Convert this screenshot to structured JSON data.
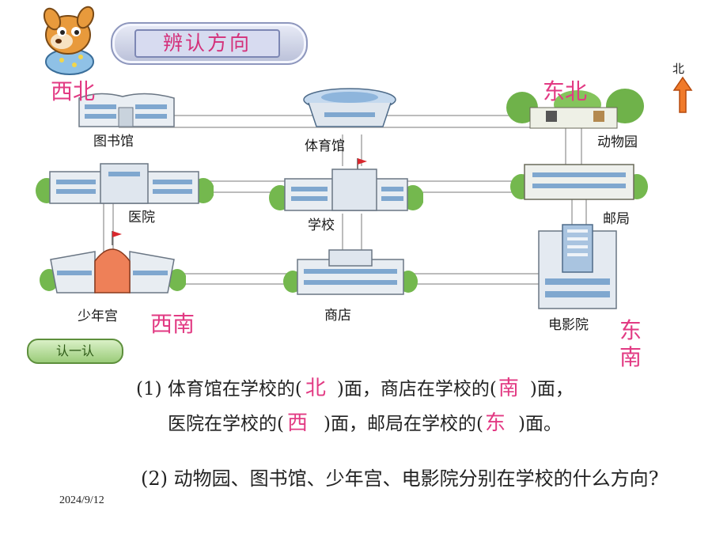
{
  "title": "辨认方向",
  "north_marker": "北",
  "directions": {
    "northwest": "西北",
    "northeast": "东北",
    "southwest": "西南",
    "southeast_line1": "东",
    "southeast_line2": "南"
  },
  "buildings": {
    "library": "图书馆",
    "stadium": "体育馆",
    "zoo": "动物园",
    "hospital": "医院",
    "school": "学校",
    "post_office": "邮局",
    "youth_palace": "少年宫",
    "store": "商店",
    "cinema": "电影院"
  },
  "badge": "认一认",
  "question1": {
    "line1_a": "(1) 体育馆在学校的(",
    "answer1": "北",
    "line1_b": ")面，商店在学校的(",
    "answer2": "南",
    "line1_c": ")面，",
    "line2_a": "医院在学校的(",
    "answer3": "西",
    "line2_b": ")面，邮局在学校的(",
    "answer4": "东",
    "line2_c": ")面。"
  },
  "question2": "(2) 动物园、图书馆、少年宫、电影院分别在学校的什么方向?",
  "date": "2024/9/12"
}
